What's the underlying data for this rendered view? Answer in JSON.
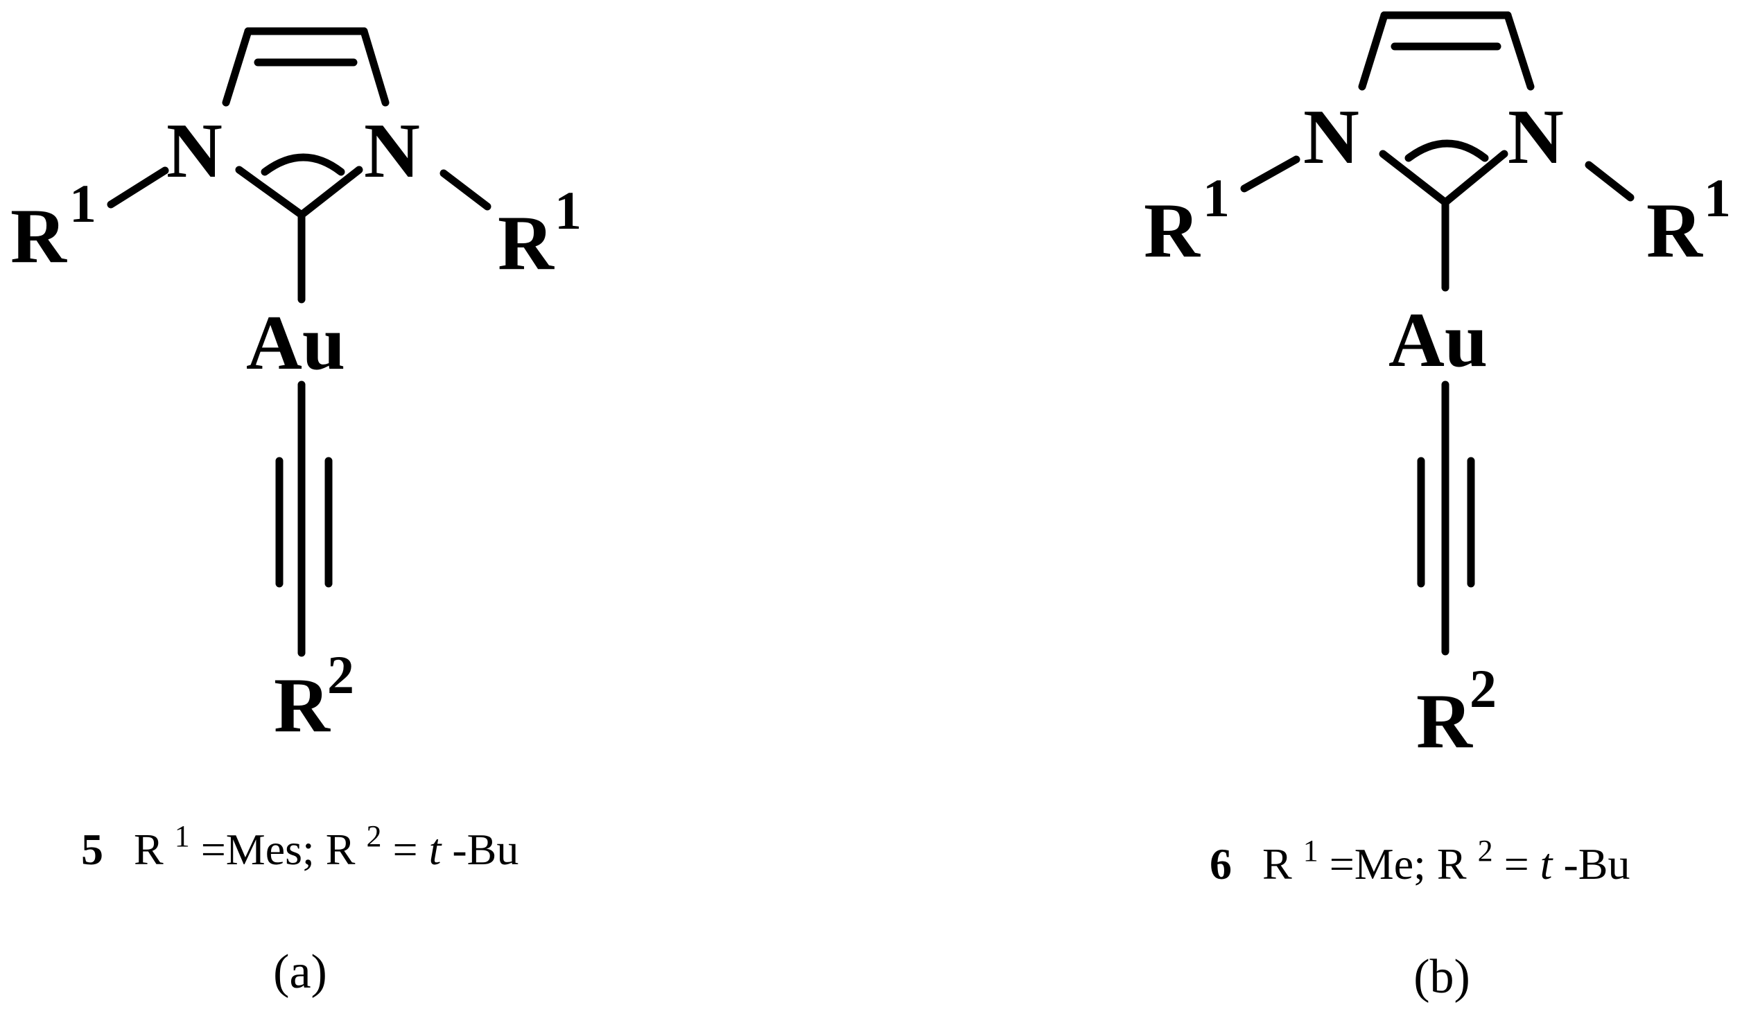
{
  "panels": [
    {
      "atoms": {
        "n_left": "N",
        "n_right": "N",
        "r1_left": "R",
        "r1_left_sup": "1",
        "r1_right": "R",
        "r1_right_sup": "1",
        "metal": "Au",
        "r2": "R",
        "r2_sup": "2"
      },
      "caption": {
        "compound": "5",
        "r1_label": "R",
        "r1_sup": "1",
        "r1_value": " =Mes; ",
        "r2_label": "R",
        "r2_sup": "2",
        "r2_eq": " = ",
        "r2_italic": "t",
        "r2_value": "-Bu"
      },
      "label": "(a)"
    },
    {
      "atoms": {
        "n_left": "N",
        "n_right": "N",
        "r1_left": "R",
        "r1_left_sup": "1",
        "r1_right": "R",
        "r1_right_sup": "1",
        "metal": "Au",
        "r2": "R",
        "r2_sup": "2"
      },
      "caption": {
        "compound": "6",
        "r1_label": "R",
        "r1_sup": "1",
        "r1_value": " =Me; ",
        "r2_label": "R",
        "r2_sup": "2",
        "r2_eq": " = ",
        "r2_italic": "t",
        "r2_value": "-Bu"
      },
      "label": "(b)"
    }
  ]
}
